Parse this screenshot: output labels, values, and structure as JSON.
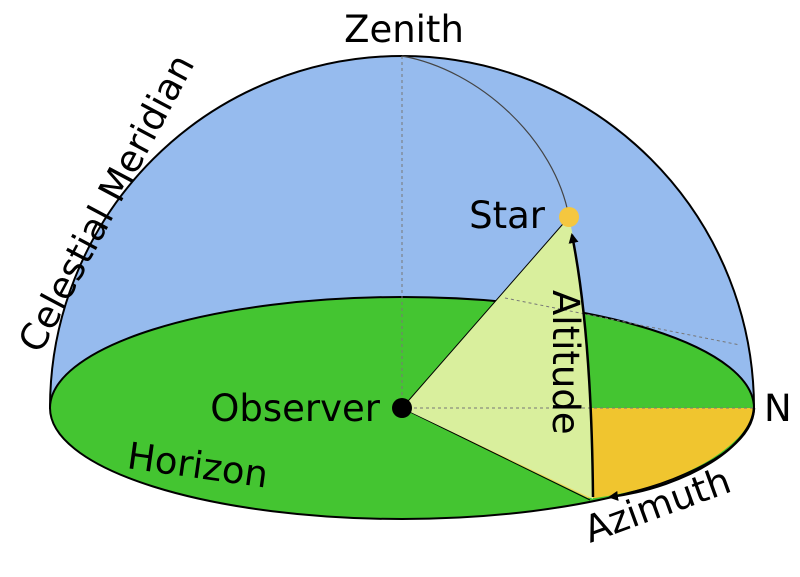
{
  "labels": {
    "zenith": "Zenith",
    "celestial_meridian": "Celestial Meridian",
    "star": "Star",
    "altitude": "Altitude",
    "observer": "Observer",
    "north": "N",
    "horizon": "Horizon",
    "azimuth": "Azimuth"
  },
  "colors": {
    "sky": "#96bbee",
    "horizon_plane": "#44c531",
    "altitude_triangle": "#d9ef9d",
    "azimuth_sector_front": "#f5d35d",
    "azimuth_sector_back": "#f0c52f",
    "star": "#f5c73f",
    "outline": "#000000"
  }
}
